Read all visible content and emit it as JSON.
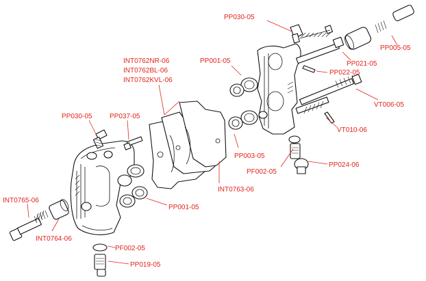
{
  "labels": {
    "pp030_top": "PP030-05",
    "pp005": "PP005-05",
    "pp021": "PP021-05",
    "pp022": "PP022-05",
    "pp001_top": "PP001-05",
    "int0762nr": "INT0762NR-06",
    "int0762bl": "INT0762BL-06",
    "int0762kvl": "INT0762KVL-06",
    "vt006": "VT006-05",
    "vt010": "VT010-06",
    "pp030_left": "PP030-05",
    "pp037": "PP037-05",
    "pp003": "PP003-05",
    "pf002_right": "PF002-05",
    "pp024": "PP024-06",
    "int0763": "INT0763-06",
    "int0765": "INT0765-06",
    "pp001_bottom": "PP001-05",
    "int0764": "INT0764-06",
    "pf002_bottom": "PF002-05",
    "pp019": "PP019-05"
  }
}
